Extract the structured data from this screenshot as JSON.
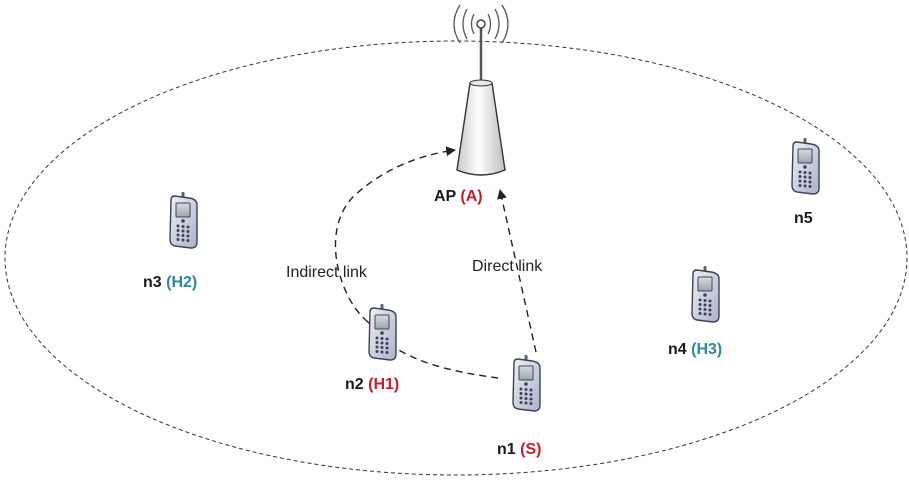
{
  "access_point": {
    "name": "AP",
    "role": "(A)",
    "role_color": "#c0202c"
  },
  "nodes": [
    {
      "id": "n1",
      "role": "(S)",
      "role_color": "#c0202c"
    },
    {
      "id": "n2",
      "role": "(H1)",
      "role_color": "#c0202c"
    },
    {
      "id": "n3",
      "role": "(H2)",
      "role_color": "#2e8a9c"
    },
    {
      "id": "n4",
      "role": "(H3)",
      "role_color": "#2e8a9c"
    },
    {
      "id": "n5",
      "role": "",
      "role_color": ""
    }
  ],
  "links": {
    "direct": "Direct link",
    "indirect": "Indirect link"
  },
  "icons": {
    "access_point": "antenna-tower-icon",
    "node": "mobile-phone-icon"
  }
}
